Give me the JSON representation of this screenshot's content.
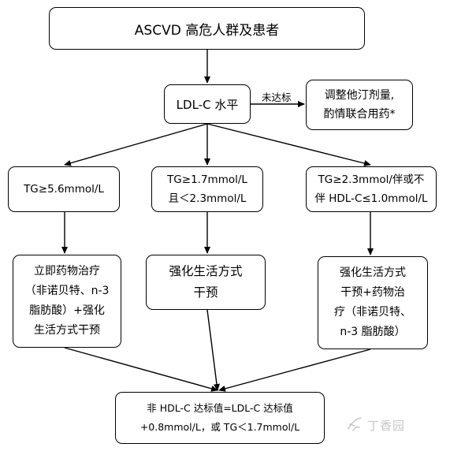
{
  "title": "ASCVD 高危人群及患者",
  "ldl": "LDL-C 水平",
  "not_met_label": "未达标",
  "adjust": [
    "调整他汀剂量,",
    "酌情联合用药*"
  ],
  "conditions": [
    [
      "TG≥5.6mmol/L"
    ],
    [
      "TG≥1.7mmol/L",
      "且＜2.3mmol/L"
    ],
    [
      "TG≥2.3mmol/伴或不",
      "伴 HDL-C≤1.0mmol/L"
    ]
  ],
  "treatments": [
    [
      "立即药物治疗",
      "（非诺贝特、n-3",
      "脂肪酸）+强化",
      "生活方式干预"
    ],
    [
      "强化生活方式",
      "干预"
    ],
    [
      "强化生活方式",
      "干预+药物治",
      "疗（非诺贝特、",
      "n-3 脂肪酸）"
    ]
  ],
  "target": [
    "非 HDL-C 达标值=LDL-C 达标值",
    "+0.8mmol/L，或 TG＜1.7mmol/L"
  ],
  "watermark": "丁香园"
}
